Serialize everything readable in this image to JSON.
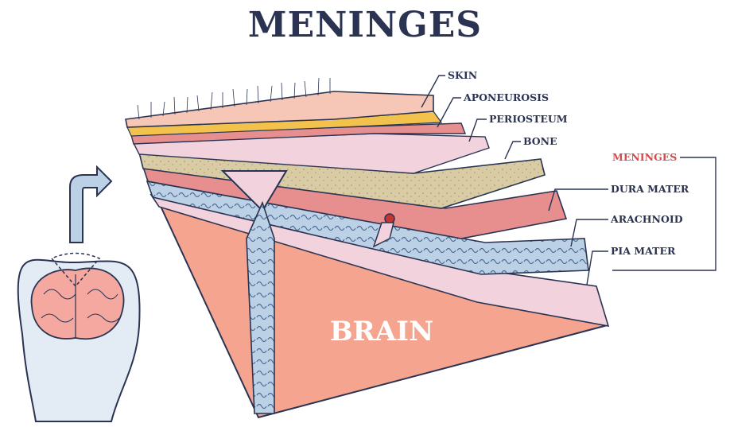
{
  "title": "MENINGES",
  "center_label": "BRAIN",
  "layer_labels": {
    "skin": "SKIN",
    "aponeurosis": "APONEUROSIS",
    "periosteum": "PERIOSTEUM",
    "bone": "BONE"
  },
  "meninges_group": {
    "heading": "MENINGES",
    "items": [
      "DURA MATER",
      "ARACHNOID",
      "PIA MATER"
    ]
  },
  "colors": {
    "title": "#2a3452",
    "meninges_heading": "#d24b4b",
    "skin": "#f6c7b6",
    "fat": "#f3c24c",
    "bone": "#d9cba4",
    "dura": "#e78f8f",
    "arachnoid": "#bcd0e6",
    "pia": "#f2d2dc",
    "brain": "#f4a48f",
    "outline": "#2a3452"
  }
}
